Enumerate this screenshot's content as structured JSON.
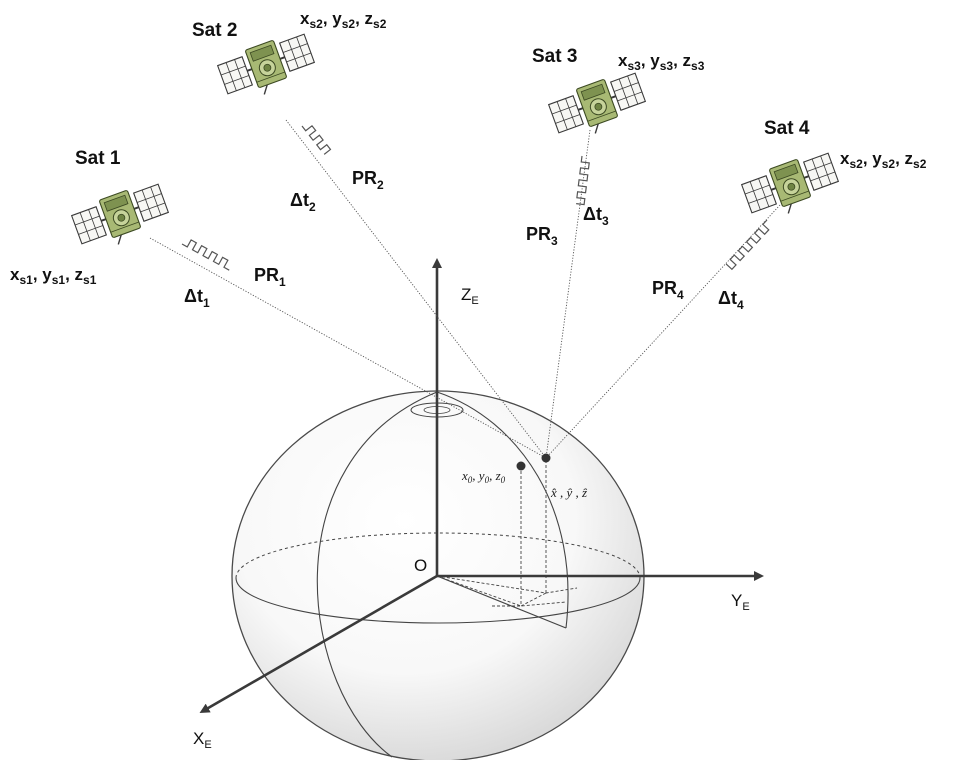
{
  "satellites": [
    {
      "name": "Sat 1",
      "coord": [
        "x",
        "s1",
        ", y",
        "s1",
        ", z",
        "s1"
      ],
      "range": [
        "PR",
        "1"
      ],
      "delay": [
        "Δt",
        "1"
      ]
    },
    {
      "name": "Sat 2",
      "coord": [
        "x",
        "s2",
        ", y",
        "s2",
        ", z",
        "s2"
      ],
      "range": [
        "PR",
        "2"
      ],
      "delay": [
        "Δt",
        "2"
      ]
    },
    {
      "name": "Sat 3",
      "coord": [
        "x",
        "s3",
        ", y",
        "s3",
        ", z",
        "s3"
      ],
      "range": [
        "PR",
        "3"
      ],
      "delay": [
        "Δt",
        "3"
      ]
    },
    {
      "name": "Sat 4",
      "coord": [
        "x",
        "s2",
        ", y",
        "s2",
        ", z",
        "s2"
      ],
      "range": [
        "PR",
        "4"
      ],
      "delay": [
        "Δt",
        "4"
      ]
    }
  ],
  "axes": {
    "z": [
      "Z",
      "E"
    ],
    "y": [
      "Y",
      "E"
    ],
    "x": [
      "X",
      "E"
    ],
    "origin": "O"
  },
  "points": {
    "initial": [
      "x",
      "0",
      ", y",
      "0",
      ", z",
      "0"
    ],
    "estimate": "x̂ ,  ŷ ,  ẑ"
  },
  "colors": {
    "satellite_body": "#a8b974",
    "line": "#555555",
    "axis": "#3a3a3a"
  },
  "icons": [
    "satellite-icon",
    "signal-pulse-icon",
    "position-point-icon"
  ]
}
